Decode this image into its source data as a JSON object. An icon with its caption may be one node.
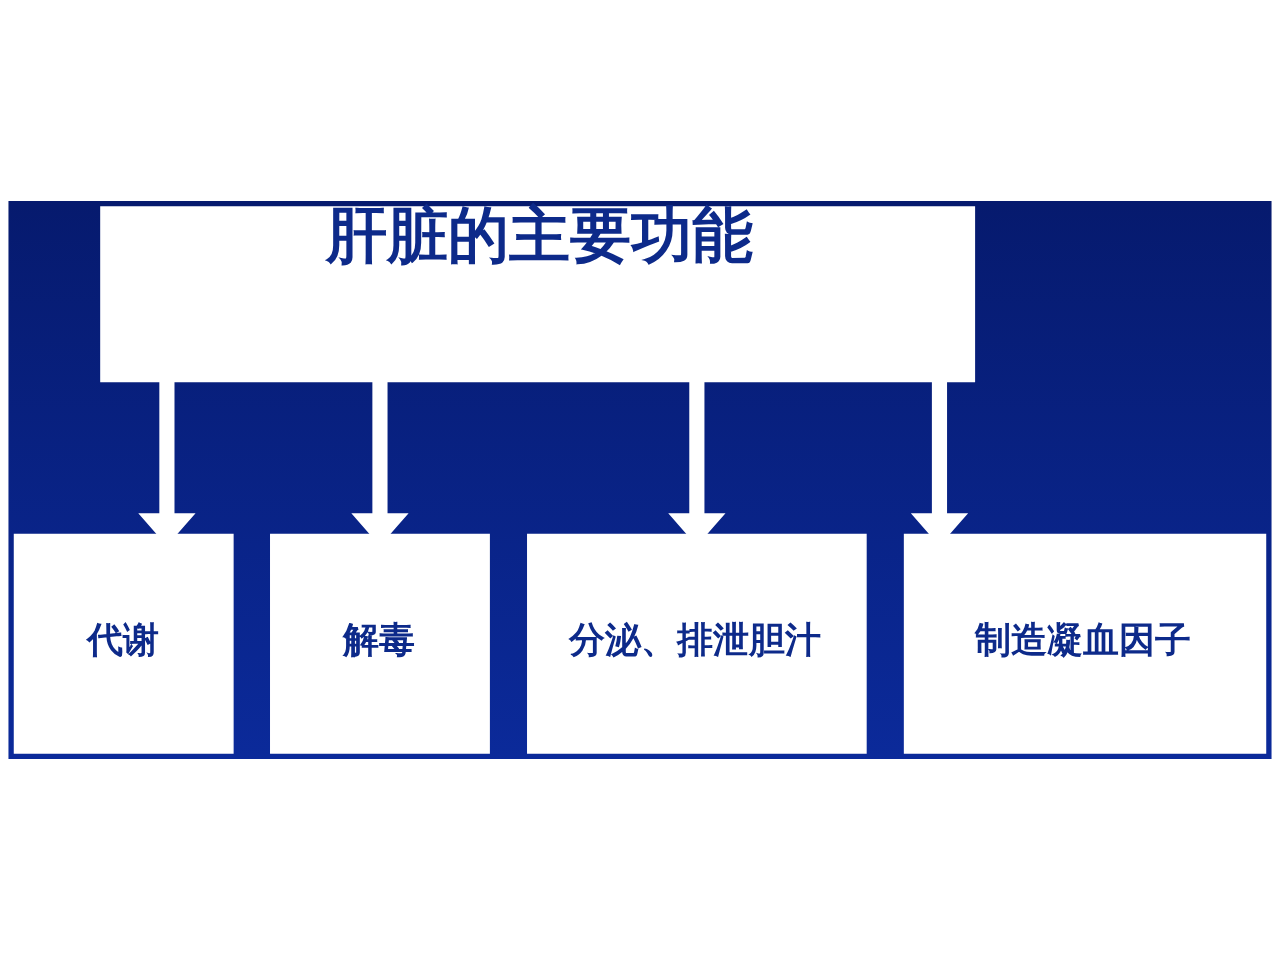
{
  "diagram": {
    "nodes": [
      {
        "text": [
          "肝脏的主要功能"
        ]
      },
      {
        "text": [
          "代谢"
        ]
      },
      {
        "text": [
          "解毒"
        ]
      },
      {
        "text": [
          "分泌、排泄胆汁"
        ]
      },
      {
        "text": [
          "制造凝血因子"
        ]
      }
    ],
    "edges": [
      {
        "from": 0,
        "to": 1,
        "arrow": "to"
      },
      {
        "from": 0,
        "to": 2,
        "arrow": "to"
      },
      {
        "from": 0,
        "to": 3,
        "arrow": "to"
      },
      {
        "from": 0,
        "to": 4,
        "arrow": "to"
      }
    ]
  }
}
